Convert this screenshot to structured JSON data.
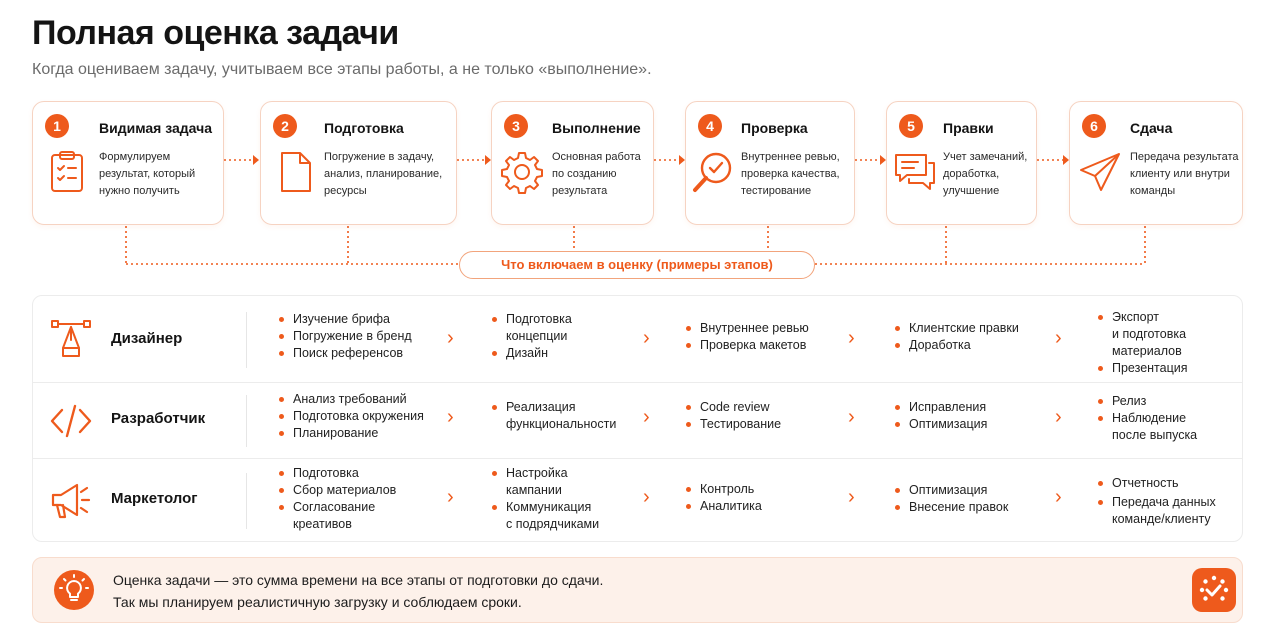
{
  "header": {
    "title": "Полная оценка задачи",
    "subtitle": "Когда оцениваем задачу, учитываем все этапы работы, а не только «выполнение»."
  },
  "steps": [
    {
      "num": "1",
      "title": "Видимая задача",
      "desc": "Формулируем\nрезультат, который\nнужно получить",
      "icon": "clipboard-icon"
    },
    {
      "num": "2",
      "title": "Подготовка",
      "desc": "Погружение в задачу,\nанализ, планирование,\nресурсы",
      "icon": "document-icon"
    },
    {
      "num": "3",
      "title": "Выполнение",
      "desc": "Основная работа\nпо созданию\nрезультата",
      "icon": "gear-icon"
    },
    {
      "num": "4",
      "title": "Проверка",
      "desc": "Внутреннее ревью,\nпроверка качества,\nтестирование",
      "icon": "magnifier-check-icon"
    },
    {
      "num": "5",
      "title": "Правки",
      "desc": "Учет замечаний,\nдоработка,\nулучшение",
      "icon": "chat-icon"
    },
    {
      "num": "6",
      "title": "Сдача",
      "desc": "Передача результата\nклиенту или внутри\nкоманды",
      "icon": "paper-plane-icon"
    }
  ],
  "center_label": "Что включаем в оценку (примеры этапов)",
  "roles": [
    {
      "name": "Дизайнер",
      "icon": "pen-tool-icon",
      "columns": [
        [
          "Изучение брифа",
          "Погружение в бренд",
          "Поиск референсов"
        ],
        [
          "Подготовка\nконцепции",
          "Дизайн"
        ],
        [
          "Внутреннее ревью",
          "Проверка макетов"
        ],
        [
          "Клиентские правки",
          "Доработка"
        ],
        [
          "Экспорт\nи подготовка\nматериалов",
          "Презентация"
        ]
      ]
    },
    {
      "name": "Разработчик",
      "icon": "code-icon",
      "columns": [
        [
          "Анализ требований",
          "Подготовка окружения",
          "Планирование"
        ],
        [
          "Реализация\nфункциональности"
        ],
        [
          "Code review",
          "Тестирование"
        ],
        [
          "Исправления",
          "Оптимизация"
        ],
        [
          "Релиз",
          "Наблюдение\nпосле выпуска"
        ]
      ]
    },
    {
      "name": "Маркетолог",
      "icon": "megaphone-icon",
      "columns": [
        [
          "Подготовка",
          "Сбор материалов",
          "Согласование\nкреативов"
        ],
        [
          "Настройка\nкампании",
          "Коммуникация\nс подрядчиками"
        ],
        [
          "Контроль",
          "Аналитика"
        ],
        [
          "Оптимизация",
          "Внесение правок"
        ],
        [
          "Отчетность",
          "Передача данных\nкоманде/клиенту"
        ]
      ]
    }
  ],
  "footer": {
    "line1": "Оценка задачи — это сумма времени на все этапы от подготовки до сдачи.",
    "line2": "Так мы планируем реалистичную загрузку и соблюдаем сроки.",
    "icon": "lightbulb-icon",
    "brand_icon": "brand-logo-icon"
  },
  "colors": {
    "accent": "#ee5a1c",
    "card_border": "#f6d3c2",
    "footer_bg": "#fdf1ea"
  }
}
